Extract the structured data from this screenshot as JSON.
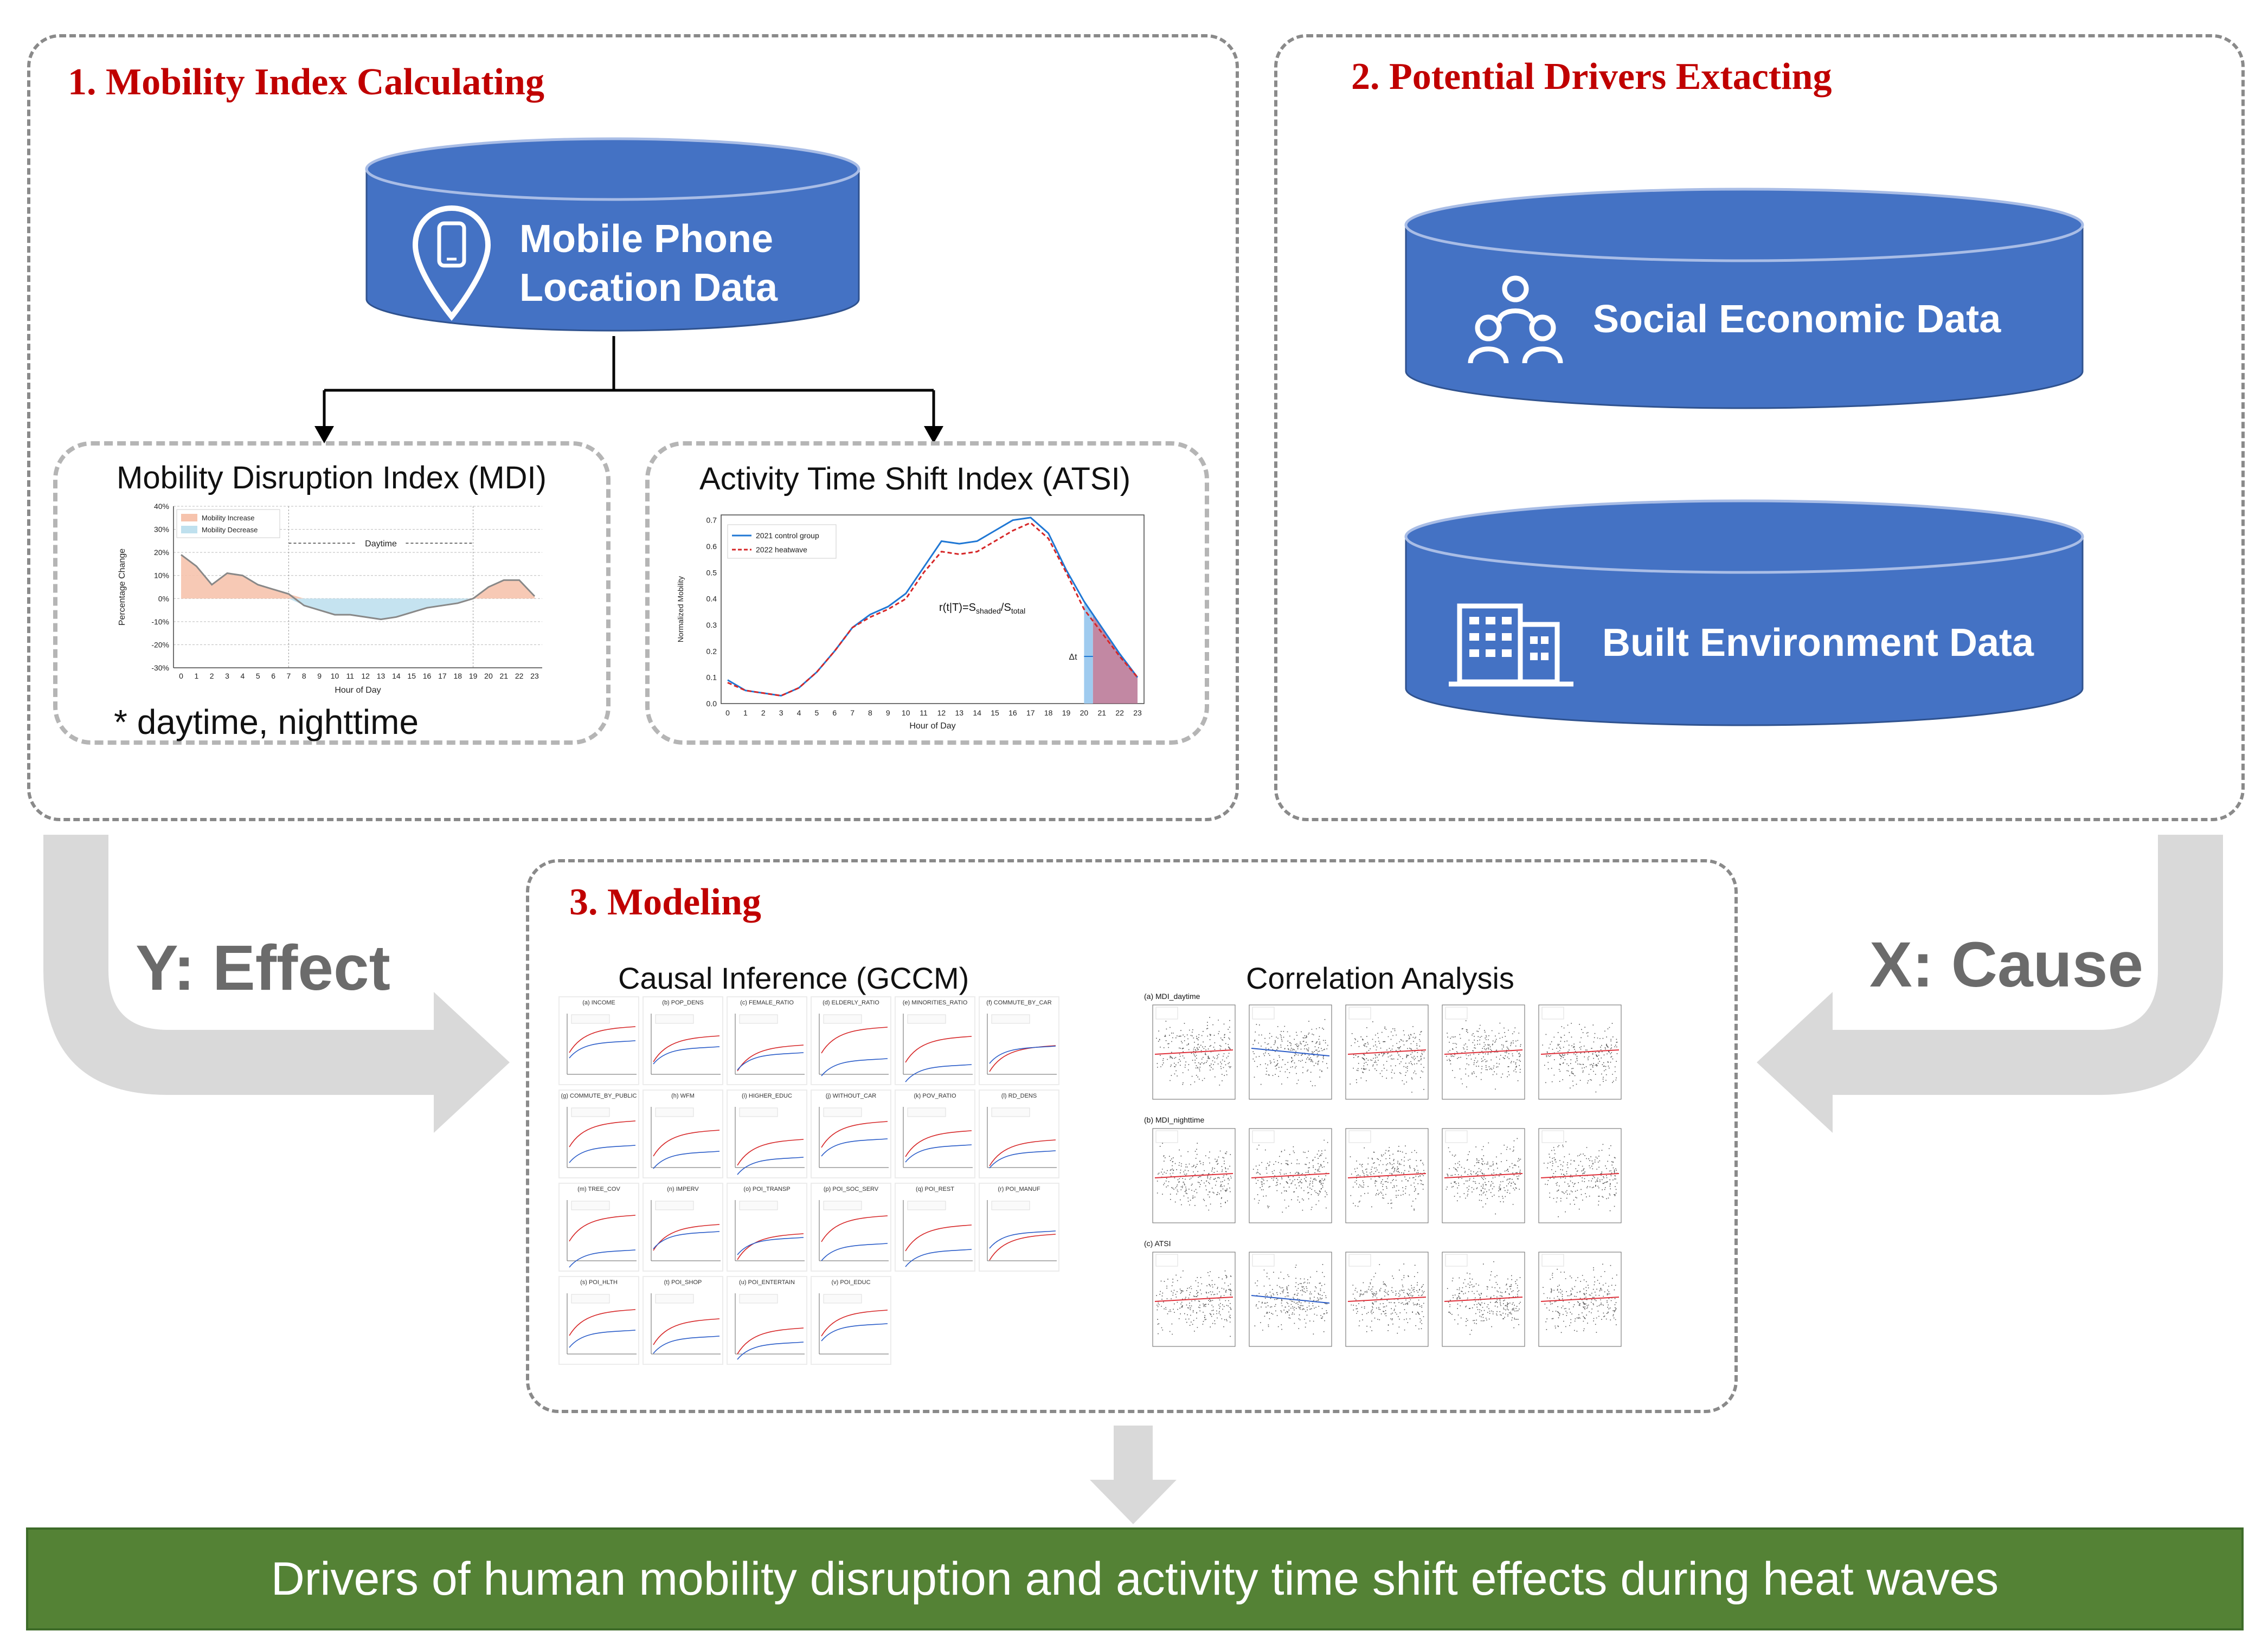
{
  "panel1": {
    "title": "1. Mobility Index Calculating",
    "database": {
      "line1": "Mobile Phone",
      "line2": "Location Data",
      "icon": "location-pin-phone-icon"
    },
    "mdi": {
      "title": "Mobility Disruption Index (MDI)",
      "note": "* daytime, nighttime",
      "chart_data": {
        "type": "area",
        "x": [
          0,
          1,
          2,
          3,
          4,
          5,
          6,
          7,
          8,
          9,
          10,
          11,
          12,
          13,
          14,
          15,
          16,
          17,
          18,
          19,
          20,
          21,
          22,
          23
        ],
        "values": [
          19,
          14,
          6,
          11,
          10,
          6,
          4,
          2,
          -3,
          -5,
          -7,
          -7,
          -8,
          -9,
          -8,
          -6,
          -4,
          -3,
          -2,
          0,
          5,
          8,
          8,
          1
        ],
        "xlabel": "Hour of Day",
        "ylabel": "Percentage Change",
        "ylim": [
          -30,
          40
        ],
        "yticks": [
          "40%",
          "30%",
          "20%",
          "10%",
          "0%",
          "-10%",
          "-20%",
          "-30%"
        ],
        "legend": [
          "Mobility Increase",
          "Mobility Decrease"
        ],
        "annotation": "Daytime",
        "colors": {
          "increase": "#f6c3ad",
          "decrease": "#bfe0ee"
        }
      }
    },
    "atsi": {
      "title": "Activity Time Shift Index (ATSI)",
      "formula_main": "r(t|T)=S",
      "formula_sub1": "shaded",
      "formula_mid": "/S",
      "formula_sub2": "total",
      "delta": "Δt",
      "chart_data": {
        "type": "line",
        "x": [
          0,
          1,
          2,
          3,
          4,
          5,
          6,
          7,
          8,
          9,
          10,
          11,
          12,
          13,
          14,
          15,
          16,
          17,
          18,
          19,
          20,
          21,
          22,
          23
        ],
        "series": [
          {
            "name": "2021 control group",
            "values": [
              0.09,
              0.05,
              0.04,
              0.03,
              0.06,
              0.12,
              0.2,
              0.29,
              0.34,
              0.37,
              0.42,
              0.52,
              0.62,
              0.61,
              0.62,
              0.66,
              0.7,
              0.71,
              0.65,
              0.51,
              0.39,
              0.29,
              0.19,
              0.1
            ]
          },
          {
            "name": "2022 heatwave",
            "values": [
              0.08,
              0.05,
              0.04,
              0.03,
              0.06,
              0.12,
              0.2,
              0.29,
              0.33,
              0.36,
              0.4,
              0.5,
              0.58,
              0.57,
              0.58,
              0.62,
              0.66,
              0.69,
              0.63,
              0.5,
              0.36,
              0.27,
              0.18,
              0.1
            ]
          }
        ],
        "xlabel": "Hour of Day",
        "ylabel": "Normalized Mobility",
        "ylim": [
          0,
          0.72
        ],
        "yticks": [
          "0.0",
          "0.1",
          "0.2",
          "0.3",
          "0.4",
          "0.5",
          "0.6",
          "0.7"
        ],
        "colors": [
          "#1f77d4",
          "#d62728"
        ]
      }
    }
  },
  "panel2": {
    "title": "2. Potential Drivers Extacting",
    "db1": {
      "label": "Social Economic Data",
      "icon": "people-group-icon"
    },
    "db2": {
      "label": "Built Environment Data",
      "icon": "buildings-icon"
    }
  },
  "panel3": {
    "title": "3. Modeling",
    "gccm": {
      "title": "Causal Inference (GCCM)",
      "panels": [
        "(a) INCOME",
        "(b) POP_DENS",
        "(c) FEMALE_RATIO",
        "(d) ELDERLY_RATIO",
        "(e) MINORITIES_RATIO",
        "(f) COMMUTE_BY_CAR",
        "(g) COMMUTE_BY_PUBLIC",
        "(h) WFM",
        "(i) HIGHER_EDUC",
        "(j) WITHOUT_CAR",
        "(k) POV_RATIO",
        "(l) RD_DENS",
        "(m) TREE_COV",
        "(n) IMPERV",
        "(o) POI_TRANSP",
        "(p) POI_SOC_SERV",
        "(q) POI_REST",
        "(r) POI_MANUF",
        "(s) POI_HLTH",
        "(t) POI_SHOP",
        "(u) POI_ENTERTAIN",
        "(v) POI_EDUC"
      ]
    },
    "corr": {
      "title": "Correlation Analysis",
      "rows": [
        "(a) MDI_daytime",
        "(b) MDI_nighttime",
        "(c) ATSI"
      ]
    }
  },
  "arrows": {
    "left": "Y: Effect",
    "right": "X: Cause"
  },
  "conclusion": "Drivers of human mobility disruption and activity time shift effects during heat waves",
  "colors": {
    "cylinder": "#4472c4",
    "title_red": "#c00000",
    "banner_green": "#548235",
    "arrow_gray": "#d9d9d9"
  }
}
